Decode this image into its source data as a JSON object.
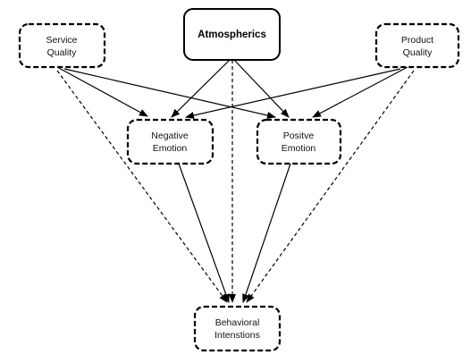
{
  "diagram": {
    "nodes": {
      "service_quality": {
        "line1": "Service",
        "line2": "Quality"
      },
      "atmospherics": {
        "label": "Atmospherics"
      },
      "product_quality": {
        "line1": "Product",
        "line2": "Quality"
      },
      "negative_emotion": {
        "line1": "Negative",
        "line2": "Emotion"
      },
      "positive_emotion": {
        "line1": "Positve",
        "line2": "Emotion"
      },
      "behavioral_intentions": {
        "line1": "Behavioral",
        "line2": "Intenstions"
      }
    },
    "edges": [
      {
        "from": "service_quality",
        "to": "negative_emotion",
        "style": "solid"
      },
      {
        "from": "service_quality",
        "to": "positive_emotion",
        "style": "solid"
      },
      {
        "from": "service_quality",
        "to": "behavioral_intentions",
        "style": "dashed"
      },
      {
        "from": "atmospherics",
        "to": "negative_emotion",
        "style": "solid"
      },
      {
        "from": "atmospherics",
        "to": "positive_emotion",
        "style": "solid"
      },
      {
        "from": "atmospherics",
        "to": "behavioral_intentions",
        "style": "dashed"
      },
      {
        "from": "product_quality",
        "to": "negative_emotion",
        "style": "solid"
      },
      {
        "from": "product_quality",
        "to": "positive_emotion",
        "style": "solid"
      },
      {
        "from": "product_quality",
        "to": "behavioral_intentions",
        "style": "dashed"
      },
      {
        "from": "negative_emotion",
        "to": "behavioral_intentions",
        "style": "solid"
      },
      {
        "from": "positive_emotion",
        "to": "behavioral_intentions",
        "style": "solid"
      }
    ],
    "colors": {
      "line": "#000000",
      "background": "#ffffff"
    }
  }
}
